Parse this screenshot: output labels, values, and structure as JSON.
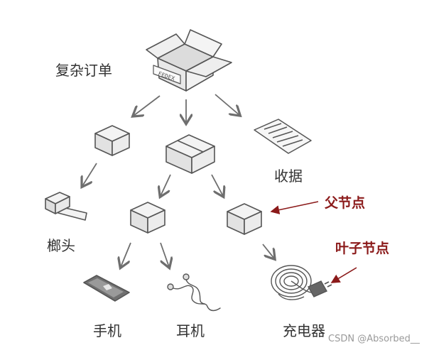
{
  "labels": {
    "complex_order": "复杂订单",
    "receipt": "收据",
    "hammer": "榔头",
    "phone": "手机",
    "earphones": "耳机",
    "charger": "充电器",
    "parent_node": "父节点",
    "leaf_node": "叶子节点"
  },
  "box_stamp": "FEDEX",
  "watermark": "CSDN @Absorbed__",
  "colors": {
    "box_fill": "#e8e8e8",
    "outline": "#555555",
    "arrow": "#6e6e6e",
    "annotation_red": "#8b1a1a"
  }
}
